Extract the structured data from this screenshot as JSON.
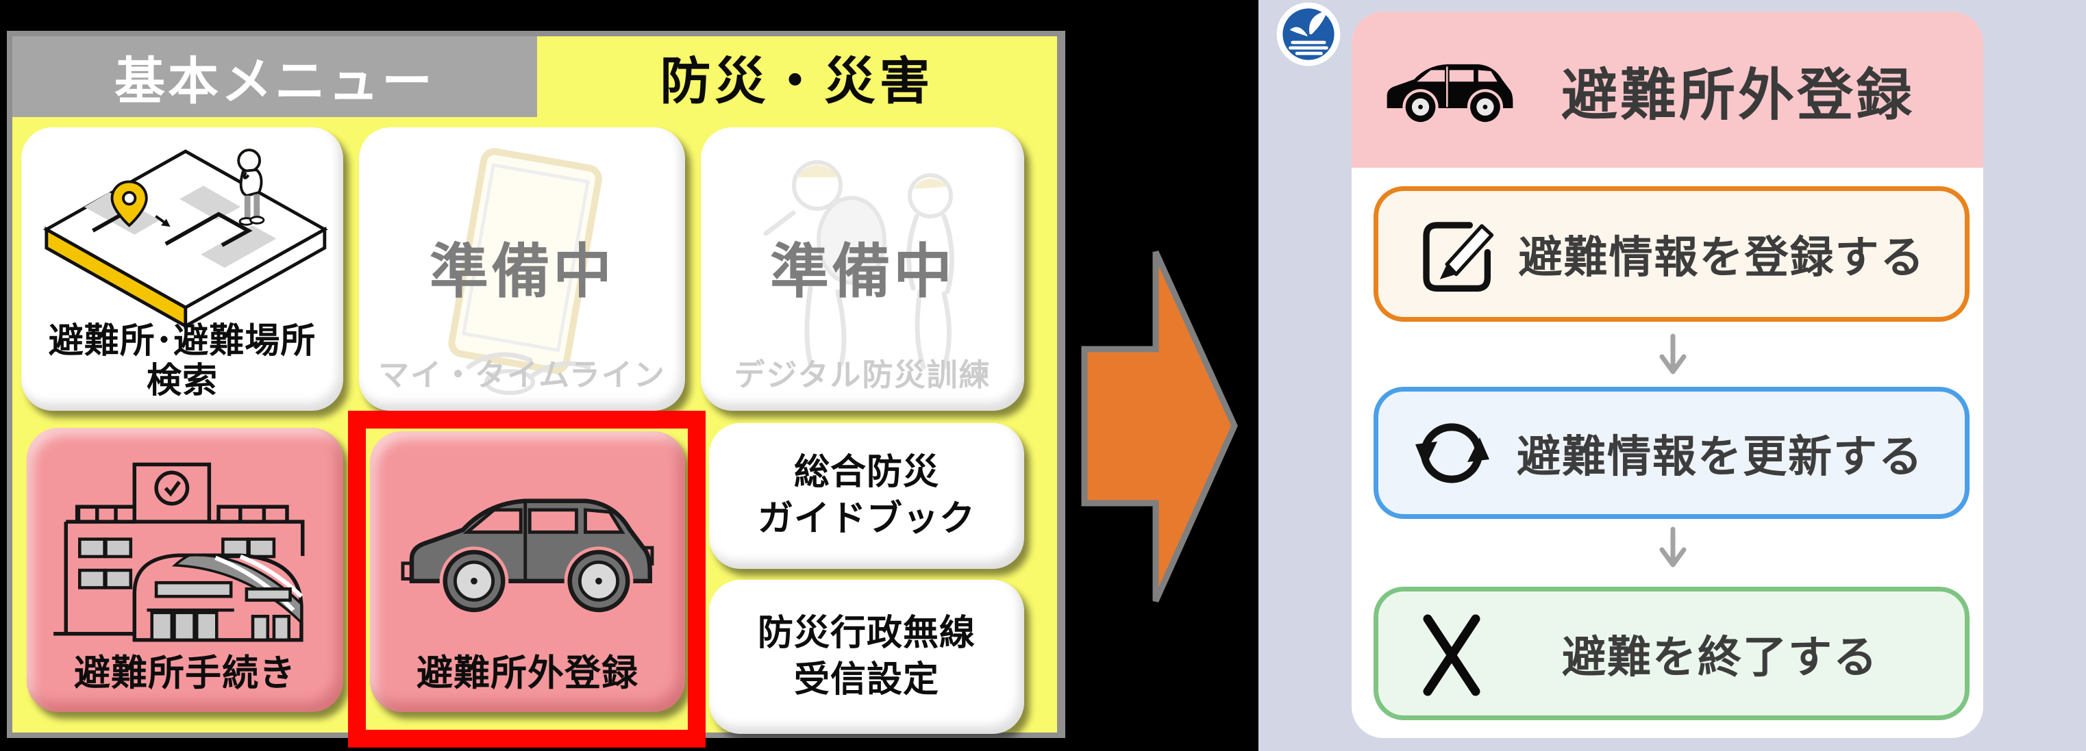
{
  "colors": {
    "canvas_bg": "#000000",
    "menu_bg": "#f8f96b",
    "menu_header_gray": "#a6a6a6",
    "pink_button": "#f4979c",
    "red_highlight": "#fe0500",
    "arrow_orange": "#e87a2e",
    "arrow_border": "#7f7f7f",
    "right_bg": "#d3d6e4",
    "right_header_pink": "#f9c7ca",
    "step1_border": "#e8831d",
    "step1_bg": "#fdf6ec",
    "step2_border": "#4b9fe8",
    "step2_bg": "#eef4fb",
    "step3_border": "#7ec482",
    "step3_bg": "#ebf7ec",
    "logo_blue": "#1e5ba8",
    "map_yellow": "#f5c400"
  },
  "left_menu": {
    "header": {
      "title": "基本メニュー",
      "tab": "防災・災害"
    },
    "tiles": {
      "shelter_search": {
        "label_line1": "避難所･避難場所",
        "label_line2": "検索"
      },
      "my_timeline": {
        "status": "準備中",
        "caption": "マイ・タイムライン"
      },
      "digital_drill": {
        "status": "準備中",
        "caption": "デジタル防災訓練"
      },
      "shelter_procedure": {
        "label": "避難所手続き"
      },
      "outside_shelter": {
        "label": "避難所外登録"
      },
      "guidebook": {
        "label_line1": "総合防災",
        "label_line2": "ガイドブック"
      },
      "radio_setting": {
        "label_line1": "防災行政無線",
        "label_line2": "受信設定"
      }
    }
  },
  "right_panel": {
    "title": "避難所外登録",
    "steps": [
      {
        "label": "避難情報を登録する"
      },
      {
        "label": "避難情報を更新する"
      },
      {
        "label": "避難を終了する"
      }
    ]
  }
}
